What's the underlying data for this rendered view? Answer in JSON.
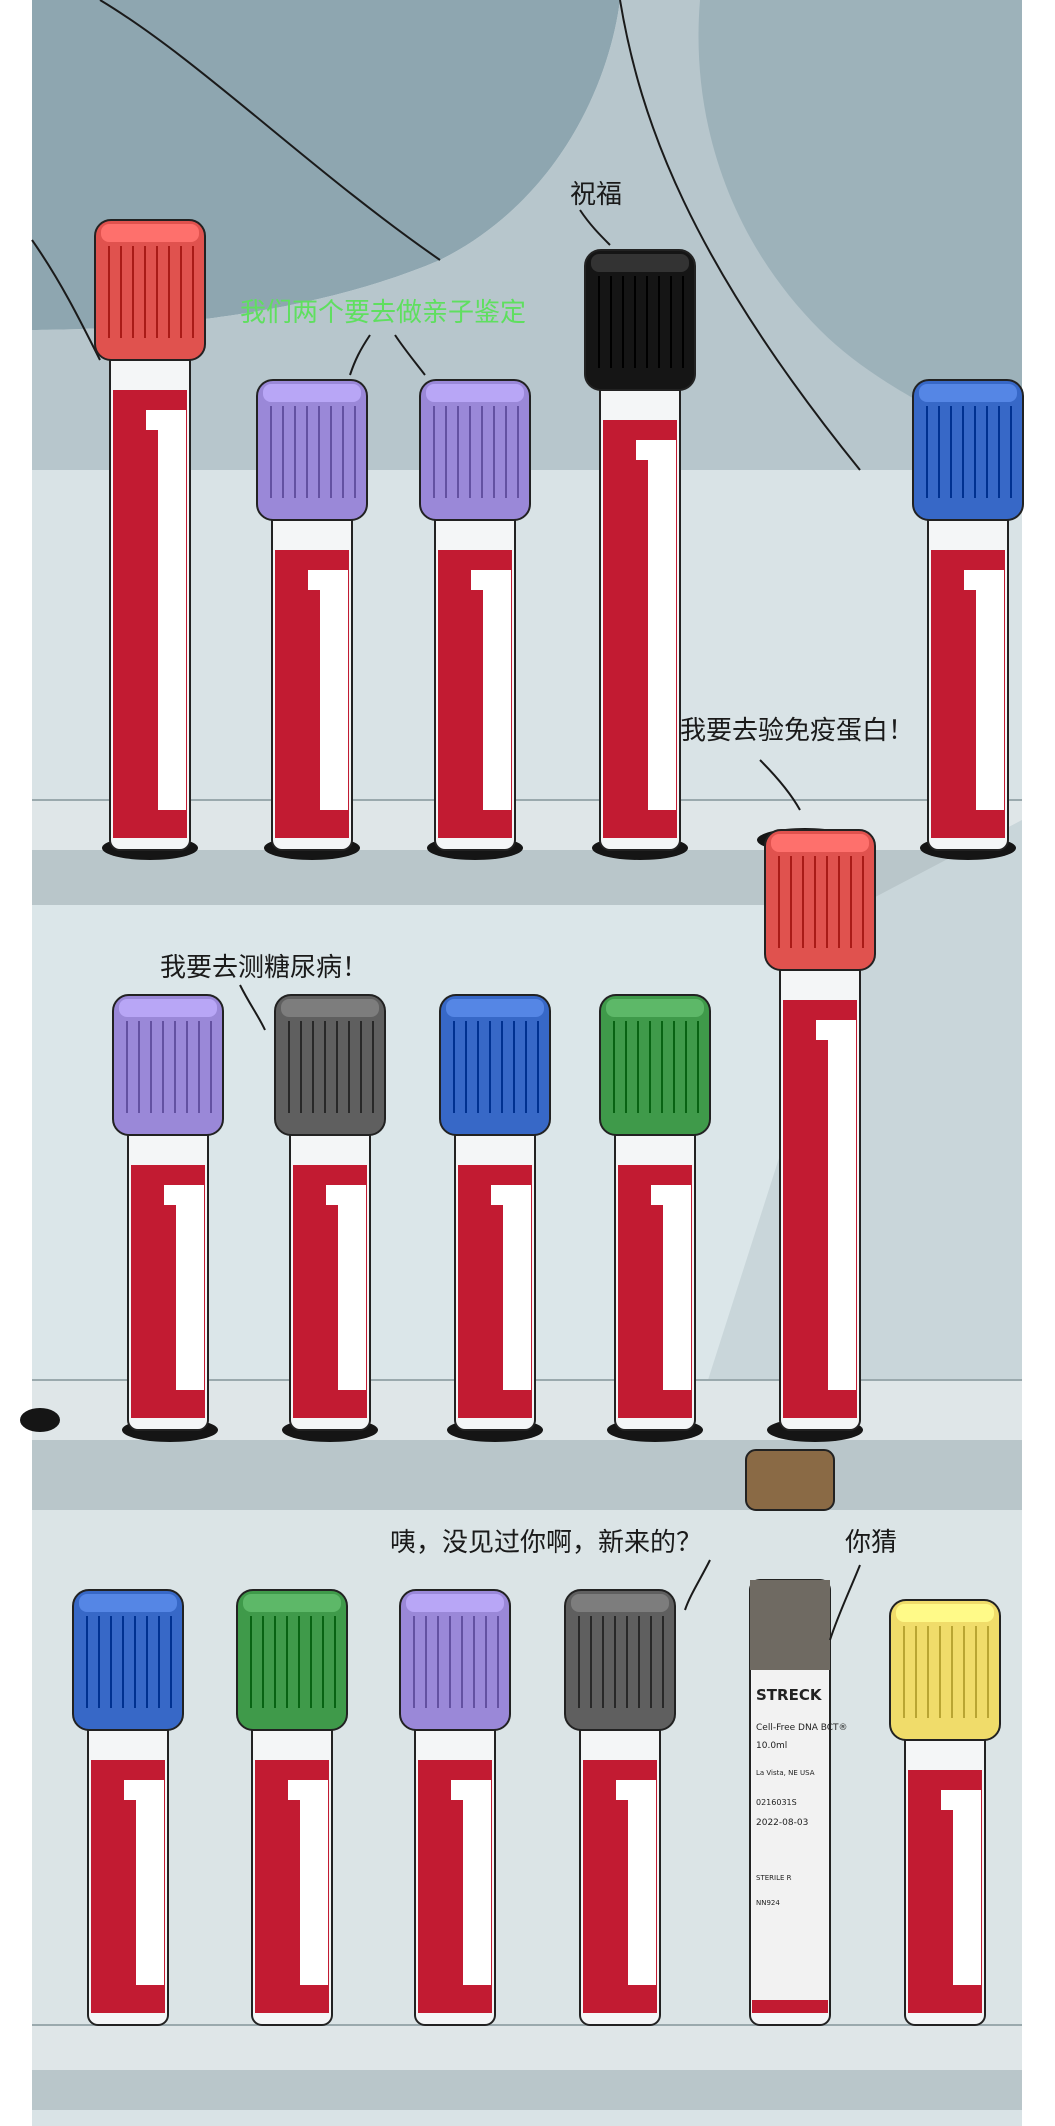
{
  "colors": {
    "background": "#ffffff",
    "wall_top": "#8ea6b0",
    "wall_top_light": "#b7c6cc",
    "rack": "#dde6e8",
    "rack_edge": "#aebcc0",
    "blood": "#c21b32",
    "cap_red": "#e0524e",
    "cap_purple": "#9a88d8",
    "cap_blue": "#3768c7",
    "cap_green": "#3f9a4a",
    "cap_gray": "#5f5f5f",
    "cap_black": "#151515",
    "cap_yellow": "#f0dc6a",
    "cap_brown": "#8a6a45",
    "caption_green": "#5fdf5f"
  },
  "captions": {
    "blessing": "祝福",
    "paternity_test": "我们两个要去做亲子鉴定",
    "immunoprotein": "我要去验免疫蛋白！",
    "diabetes": "我要去测糖尿病！",
    "newcomer": "咦，没见过你啊，新来的？",
    "guess": "你猜"
  },
  "streck_label": {
    "brand": "STRECK",
    "product": "Cell-Free DNA BCT®",
    "volume": "10.0ml",
    "lot": "0216031S",
    "expiry": "2022-08-03",
    "origin": "La Vista, NE USA",
    "sterile": "STERILE R",
    "code": "NN924"
  },
  "tubes": [
    {
      "row": 1,
      "cap": "cap_red"
    },
    {
      "row": 1,
      "cap": "cap_purple"
    },
    {
      "row": 1,
      "cap": "cap_purple"
    },
    {
      "row": 1,
      "cap": "cap_black"
    },
    {
      "row": 1,
      "cap": "cap_blue"
    },
    {
      "row": 2,
      "cap": "cap_purple"
    },
    {
      "row": 2,
      "cap": "cap_gray"
    },
    {
      "row": 2,
      "cap": "cap_blue"
    },
    {
      "row": 2,
      "cap": "cap_green"
    },
    {
      "row": 2,
      "cap": "cap_red"
    },
    {
      "row": 3,
      "cap": "cap_blue"
    },
    {
      "row": 3,
      "cap": "cap_green"
    },
    {
      "row": 3,
      "cap": "cap_purple"
    },
    {
      "row": 3,
      "cap": "cap_gray"
    },
    {
      "row": 3,
      "cap": "cap_brown",
      "label": "streck"
    },
    {
      "row": 3,
      "cap": "cap_yellow"
    }
  ]
}
